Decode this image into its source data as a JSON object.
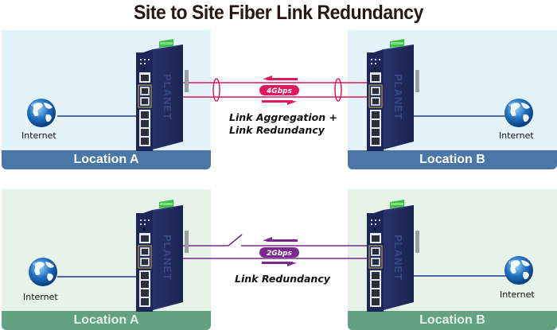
{
  "title": "Site to Site Fiber Link Redundancy",
  "colors": {
    "top_panel_bg": "#e4f2fa",
    "top_bar": "#4a77a7",
    "bottom_panel_bg": "#e7f3e8",
    "bottom_bar": "#62a282",
    "aggregation_link": "#e0195a",
    "redundancy_link": "#7a2a8c",
    "internet_line": "#1e3a8a",
    "switch_body": "#1e2a55",
    "terminal_block": "#3cbf4a"
  },
  "scenarios": [
    {
      "id": "aggregation",
      "site_a": {
        "label": "Location A",
        "internet_label": "Internet"
      },
      "site_b": {
        "label": "Location B",
        "internet_label": "Internet"
      },
      "link": {
        "speed_badge": "4Gbps",
        "caption_lines": [
          "Link Aggregation +",
          "Link Redundancy"
        ],
        "state": "both links active, bundled"
      }
    },
    {
      "id": "redundancy",
      "site_a": {
        "label": "Location A",
        "internet_label": "Internet"
      },
      "site_b": {
        "label": "Location B",
        "internet_label": "Internet"
      },
      "link": {
        "speed_badge": "2Gbps",
        "caption_lines": [
          "Link Redundancy"
        ],
        "state": "one link broken, backup active"
      }
    }
  ],
  "icons": {
    "globe": "internet-globe-icon",
    "switch": "industrial-ethernet-switch-icon",
    "switch_brand": "PLANET"
  }
}
